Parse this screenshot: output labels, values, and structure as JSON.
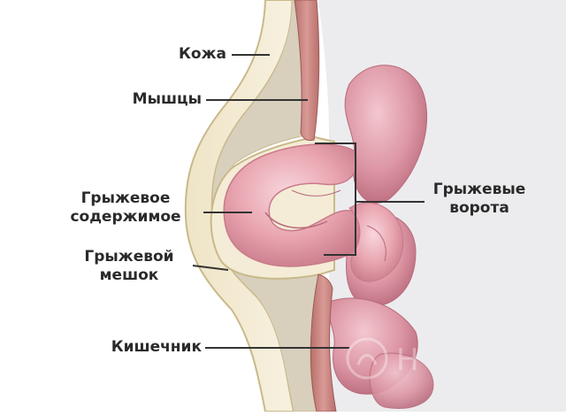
{
  "labels": {
    "skin": "Кожа",
    "muscles": "Мышцы",
    "hernia_content": {
      "line1": "Грыжевое",
      "line2": "содержимое"
    },
    "hernia_sac": {
      "line1": "Грыжевой",
      "line2": "мешок"
    },
    "intestine": "Кишечник",
    "hernia_gate": {
      "line1": "Грыжевые",
      "line2": "ворота"
    }
  },
  "colors": {
    "skin": "#f2ead3",
    "skin_edge": "#c9b98a",
    "fat": "#d8d0b8",
    "muscle": "#c98a86",
    "muscle_stripe": "#e4b3ae",
    "intestine": "#e9a6b1",
    "intestine_shadow": "#c97a8a",
    "intestine_highlight": "#f6d3d8",
    "leader_line": "#333333",
    "label_text": "#2a2a2a"
  },
  "watermark_text": "H"
}
